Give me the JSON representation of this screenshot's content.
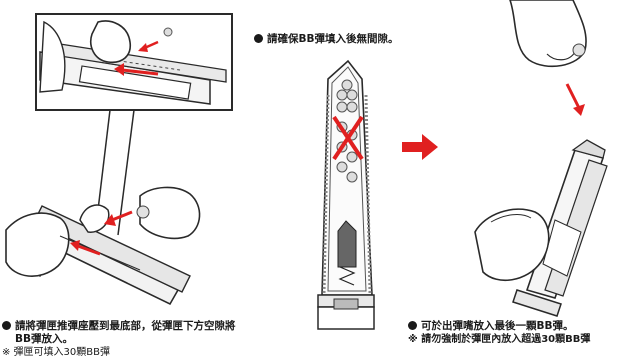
{
  "captions": {
    "top_center": "請確保BB彈填入後無間隙。",
    "left_line1": "請將彈匣推彈座壓到最底部，從彈匣下方空隙將",
    "left_line2": "BB彈放入。",
    "left_note": "※ 彈匣可填入30顆BB彈",
    "right_line1": "可於出彈嘴放入最後一顆BB彈。",
    "right_note": "※ 請勿強制於彈匣內放入超過30顆BB彈"
  },
  "icons": {
    "bullet": "black-circle-bullet",
    "cross": "red-x-mark",
    "next": "red-right-arrow"
  },
  "colors": {
    "accent_red": "#e02020",
    "line": "#2a2a2a",
    "bb": "#d9d9d9"
  }
}
